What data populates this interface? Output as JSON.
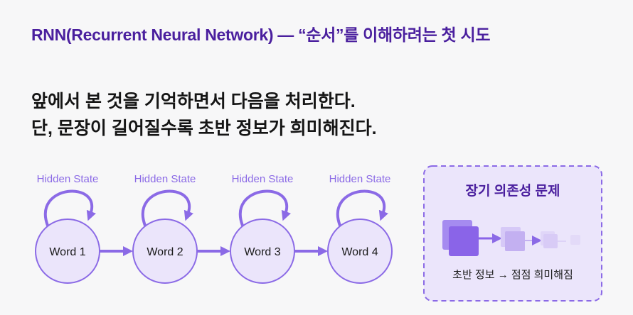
{
  "title": "RNN(Recurrent Neural Network) — “순서”를 이해하려는 첫 시도",
  "lead": [
    "앞에서 본 것을 기억하면서 다음을 처리한다.",
    "단, 문장이 길어질수록 초반 정보가 희미해진다."
  ],
  "nodes": [
    {
      "label": "Word 1",
      "state": "Hidden State"
    },
    {
      "label": "Word 2",
      "state": "Hidden State"
    },
    {
      "label": "Word 3",
      "state": "Hidden State"
    },
    {
      "label": "Word 4",
      "state": "Hidden State"
    }
  ],
  "panel": {
    "title": "장기 의존성 문제",
    "caption": "초반 정보 → 점점 희미해짐"
  },
  "colors": {
    "accent": "#8b6ae6",
    "title": "#4a1f9e",
    "node_fill": "#ebe5fb"
  }
}
